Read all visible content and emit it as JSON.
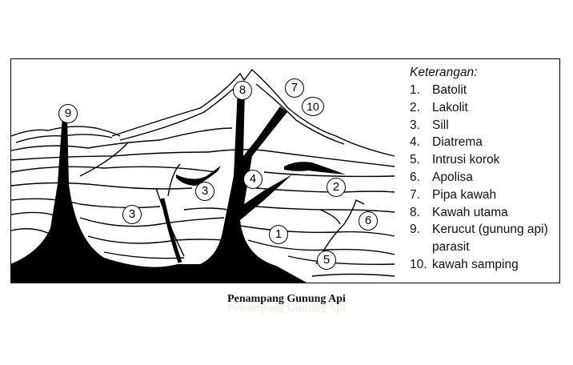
{
  "legend": {
    "title": "Keterangan:",
    "items": [
      {
        "num": "1.",
        "label": "Batolit"
      },
      {
        "num": "2.",
        "label": "Lakolit"
      },
      {
        "num": "3.",
        "label": "Sill"
      },
      {
        "num": "4.",
        "label": "Diatrema"
      },
      {
        "num": "5.",
        "label": "Intrusi korok"
      },
      {
        "num": "6.",
        "label": "Apolisa"
      },
      {
        "num": "7.",
        "label": "Pipa kawah"
      },
      {
        "num": "8.",
        "label": "Kawah utama"
      },
      {
        "num": "9.",
        "label": "Kerucut (gunung api)"
      },
      {
        "num": "",
        "label": "parasit"
      },
      {
        "num": "10.",
        "label": "kawah samping"
      }
    ]
  },
  "markers": [
    "1",
    "2",
    "3",
    "3",
    "4",
    "5",
    "6",
    "7",
    "8",
    "9",
    "10"
  ],
  "caption": "Penampang Gunung Api"
}
